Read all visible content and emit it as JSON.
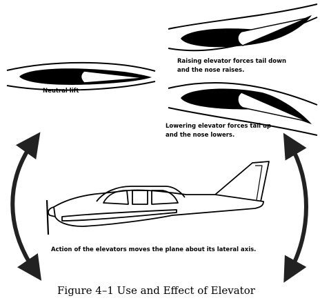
{
  "labels": {
    "neutral": "Neutral lift",
    "raising_line1": "Raising elevator forces tail down",
    "raising_line2": "and the nose raises.",
    "lowering_line1": "Lowering elevator forces tail up",
    "lowering_line2": "and the nose lowers.",
    "action": "Action of the elevators moves the plane about its lateral axis."
  },
  "caption": "Figure 4–1  Use and Effect of Elevator"
}
